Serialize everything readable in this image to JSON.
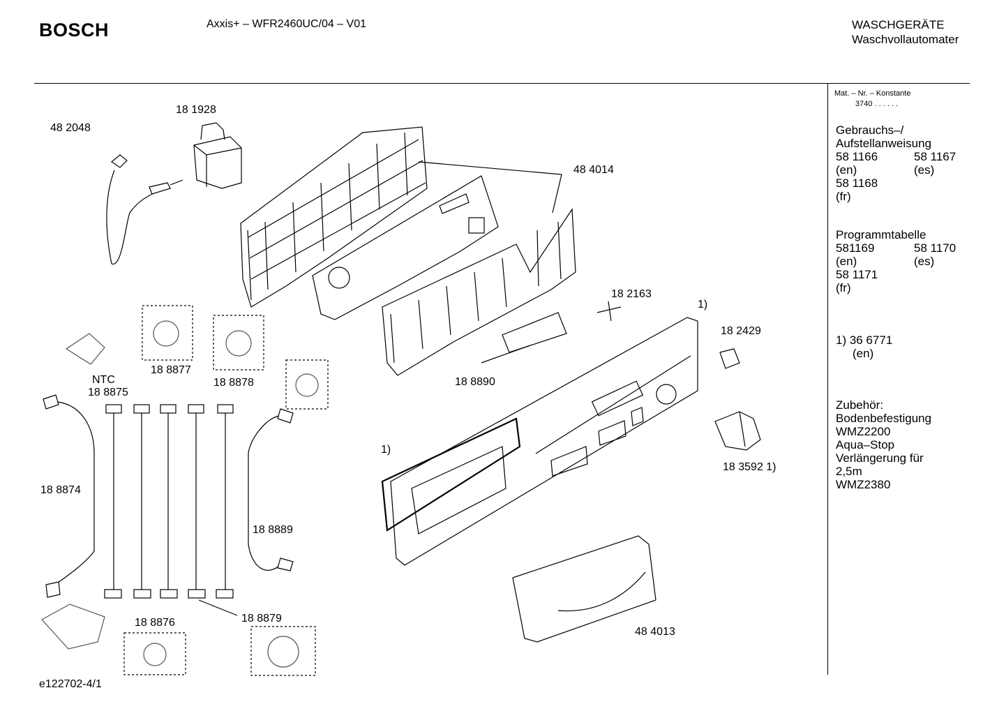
{
  "header": {
    "brand": "BOSCH",
    "model": "Axxis+ – WFR2460UC/04 – V01",
    "category": "WASCHGERÄTE",
    "subcategory": "Waschvollautomater"
  },
  "parts": {
    "power_cord": "48 2048",
    "capacitor": "18 1928",
    "control_housing": "48 4014",
    "pcb_module": "18 8890",
    "pin": "18 2163",
    "note_panel": "1)",
    "small_connector": "18 2429",
    "knob": "18 3592 1)",
    "note_gasket": "1)",
    "ntc_label": "NTC",
    "harness_a": "18 8875",
    "harness_b": "18 8877",
    "harness_c": "18 8878",
    "harness_left": "18 8874",
    "harness_right": "18 8889",
    "harness_d": "18 8876",
    "harness_e": "18 8879",
    "handle": "48 4013"
  },
  "sidebar": {
    "mat_heading": "Mat. – Nr. – Konstante",
    "mat_value": "3740  .  .  .  .  .  .",
    "manual_title_1": "Gebrauchs–/",
    "manual_title_2": "Aufstellanweisung",
    "manual_en_code": "58 1166",
    "manual_en_lang": "(en)",
    "manual_es_code": "58 1167",
    "manual_es_lang": "(es)",
    "manual_fr_code": "58 1168",
    "manual_fr_lang": "(fr)",
    "program_title": "Programmtabelle",
    "program_en_code": "581169",
    "program_en_lang": "(en)",
    "program_es_code": "58 1170",
    "program_es_lang": "(es)",
    "program_fr_code": "58 1171",
    "program_fr_lang": "(fr)",
    "footnote_code": "1) 36 6771",
    "footnote_lang": "(en)",
    "accessories": [
      "Zubehör:",
      "Bodenbefestigung",
      "WMZ2200",
      "Aqua–Stop",
      "Verlängerung für",
      "2,5m",
      "WMZ2380"
    ]
  },
  "footer": {
    "drawing_id": "e122702-4/1"
  }
}
